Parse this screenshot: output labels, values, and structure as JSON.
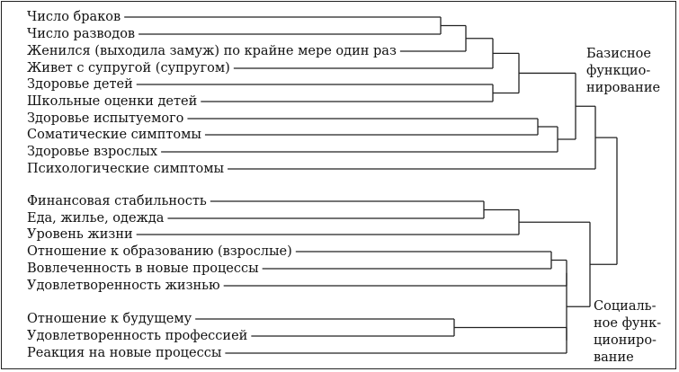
{
  "diagram": {
    "items": [
      "Число браков",
      "Число разводов",
      "Женился (выходила замуж) по крайне мере один раз",
      "Живет с супругой (супругом)",
      "Здоровье детей",
      "Школьные оценки детей",
      "Здоровье испытуемого",
      "Соматические симптомы",
      "Здоровье взрослых",
      "Психологические симптомы",
      "Финансовая стабильность",
      "Еда, жилье, одежда",
      "Уровень жизни",
      "Отношение к образованию (взрослые)",
      "Вовлеченность в новые процессы",
      "Удовлетворенность жизнью",
      "Отношение к будущему",
      "Удовлетворенность профессией",
      "Реакция на новые процессы"
    ],
    "group_basic": [
      "Базисное",
      "функцио-",
      "нирование"
    ],
    "group_social": [
      "Социаль-",
      "ное функ-",
      "циониро-",
      "вание"
    ]
  }
}
